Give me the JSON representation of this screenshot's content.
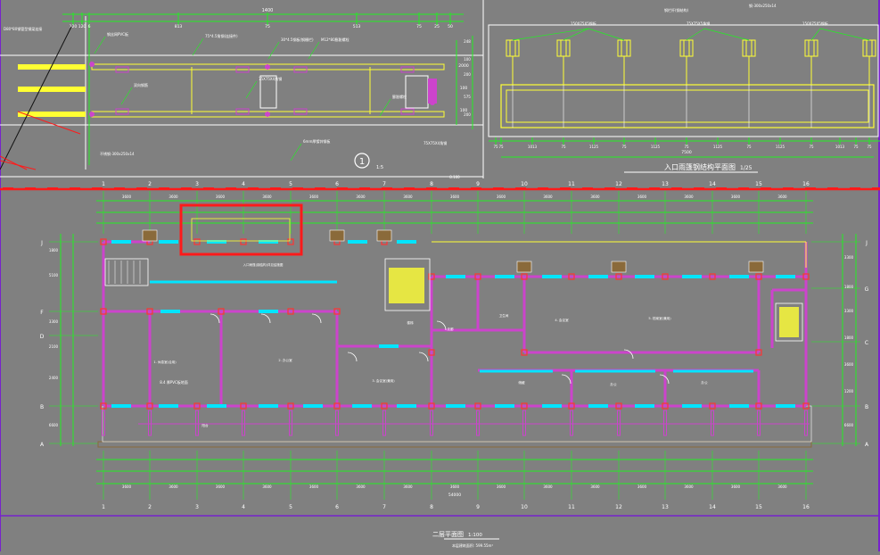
{
  "colors": {
    "background": "#808080",
    "wall": "#cc44cc",
    "dimension": "#22ee22",
    "window": "#00e5ff",
    "column": "#ff3333",
    "redline": "#ff1a1a",
    "yellow": "#ffff33",
    "frame": "#7722cc",
    "white": "#ffffff",
    "black": "#111111",
    "brown": "#8a6a3a"
  },
  "detail": {
    "overall_width": "1400",
    "top_dims": [
      "120",
      "120",
      "6",
      "813",
      "75",
      "513",
      "75",
      "25",
      "50"
    ],
    "left_note": "D80*80钢管型钢梁连接",
    "notes": [
      "钢丝网PVC板",
      "75*4.5角钢(连接件)",
      "30*4.5钢板(钢栅栏)",
      "M12*80膨胀螺栓",
      "75X75X4角钢",
      "6mm厚镀锌钢板",
      "双向钢筋",
      "膨胀螺栓"
    ],
    "right_dims": [
      "2000",
      "100",
      "100"
    ],
    "anchor_note": "不锈钢-300x250x14",
    "right_note": "75X75X4角钢"
  },
  "callout": {
    "number": "1",
    "scale": "1:5"
  },
  "elevation": {
    "title": "入口雨篷钢结构平面图",
    "scale": "1/25",
    "top_notes": [
      "钢栏杆(钢结构)",
      "钢-300x250x14"
    ],
    "labels": [
      "150X75X5钢板",
      "75X75X5角钢",
      "150X75X5钢板"
    ],
    "left_dims": [
      "248",
      "100",
      "200",
      "575",
      "200"
    ],
    "bottom_dims": [
      "75",
      "75",
      "1013",
      "75",
      "1125",
      "75",
      "1125",
      "75",
      "1125",
      "75",
      "1125",
      "75",
      "1013",
      "75",
      "75"
    ],
    "overall": "7500"
  },
  "plan": {
    "title": "二层平面图",
    "scale": "1:100",
    "subtitle": "本层建筑面积: 599.55m²",
    "axes_top": [
      "1",
      "2",
      "3",
      "4",
      "5",
      "6",
      "7",
      "8",
      "9",
      "10",
      "11",
      "12",
      "13",
      "14",
      "15",
      "16"
    ],
    "row_axes_left": [
      "J",
      "F",
      "D",
      "B",
      "A"
    ],
    "row_axes_right": [
      "J",
      "G",
      "C",
      "B",
      "A"
    ],
    "spans": [
      "3600",
      "3600",
      "3600",
      "3600",
      "3600",
      "3600",
      "3600",
      "3600",
      "3600",
      "3600",
      "3600",
      "3600",
      "3600",
      "3600",
      "3600"
    ],
    "overall_dim": "54000",
    "left_dims": [
      "1800",
      "5100",
      "3300",
      "2100",
      "2400",
      "6600"
    ],
    "right_dims": [
      "3300",
      "1800",
      "3300",
      "1800",
      "3600",
      "1200",
      "6600"
    ],
    "rooms": [
      "1. 休息室(合用)",
      "2. 办公室",
      "3. 会议室(兼用)",
      "4. 会议室",
      "5. 档案室(兼用)",
      "卫生间",
      "储藏",
      "办公",
      "办公",
      "走廊",
      "楼梯",
      "阳台"
    ],
    "notes": [
      "8.4 厚PVC板地面",
      "8.100"
    ],
    "entrance_note": "入口雨篷(钢结构)详见结施图"
  }
}
